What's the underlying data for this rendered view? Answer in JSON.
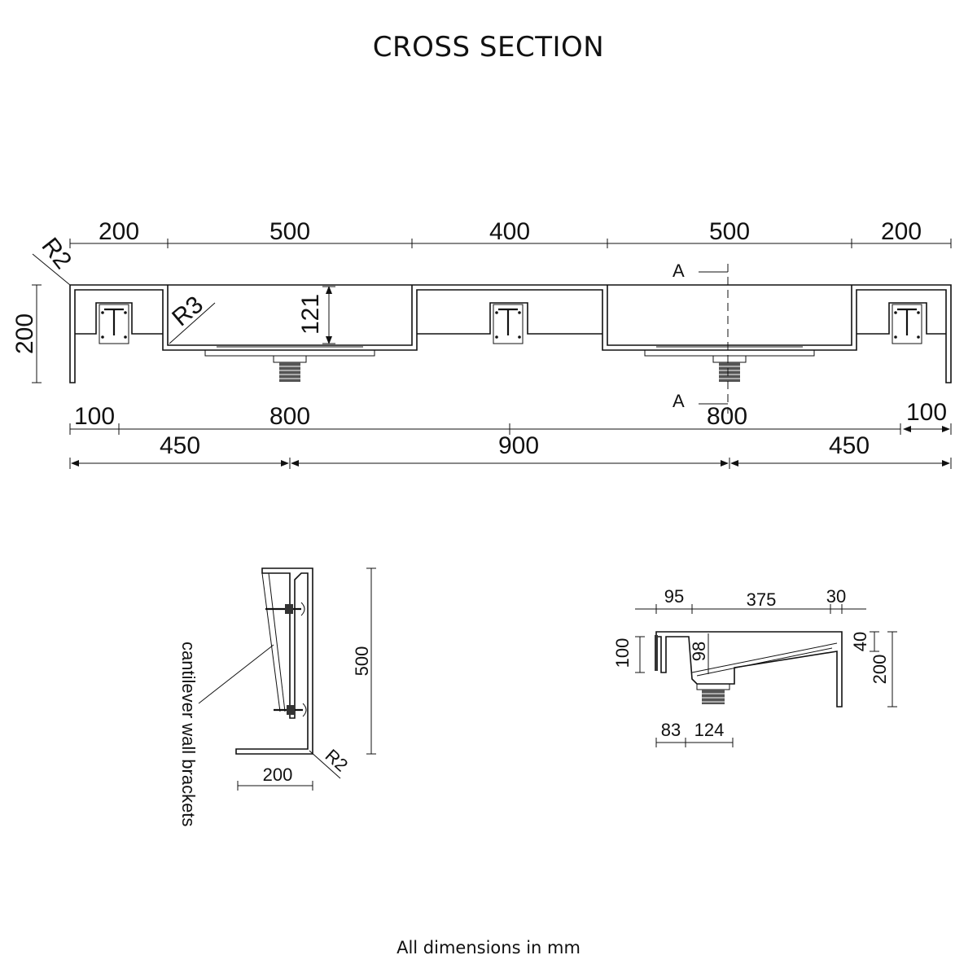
{
  "title": "CROSS SECTION",
  "footer": "All dimensions in mm",
  "front": {
    "top_dims": [
      "200",
      "500",
      "400",
      "500",
      "200"
    ],
    "radius_left": "R2",
    "radius_inner": "R3",
    "height": "200",
    "basin_depth": "121",
    "section_mark": "A",
    "row1": [
      "100",
      "800",
      "800",
      "100"
    ],
    "row2": [
      "450",
      "900",
      "450"
    ]
  },
  "side": {
    "height": "500",
    "width": "200",
    "radius": "R2",
    "bracket_label": "cantilever wall brackets"
  },
  "section": {
    "top_dims": [
      "95",
      "375",
      "30"
    ],
    "left_h": "100",
    "inner_h": "98",
    "right_small": "40",
    "right_total": "200",
    "bottom_dims": [
      "83",
      "124"
    ]
  }
}
